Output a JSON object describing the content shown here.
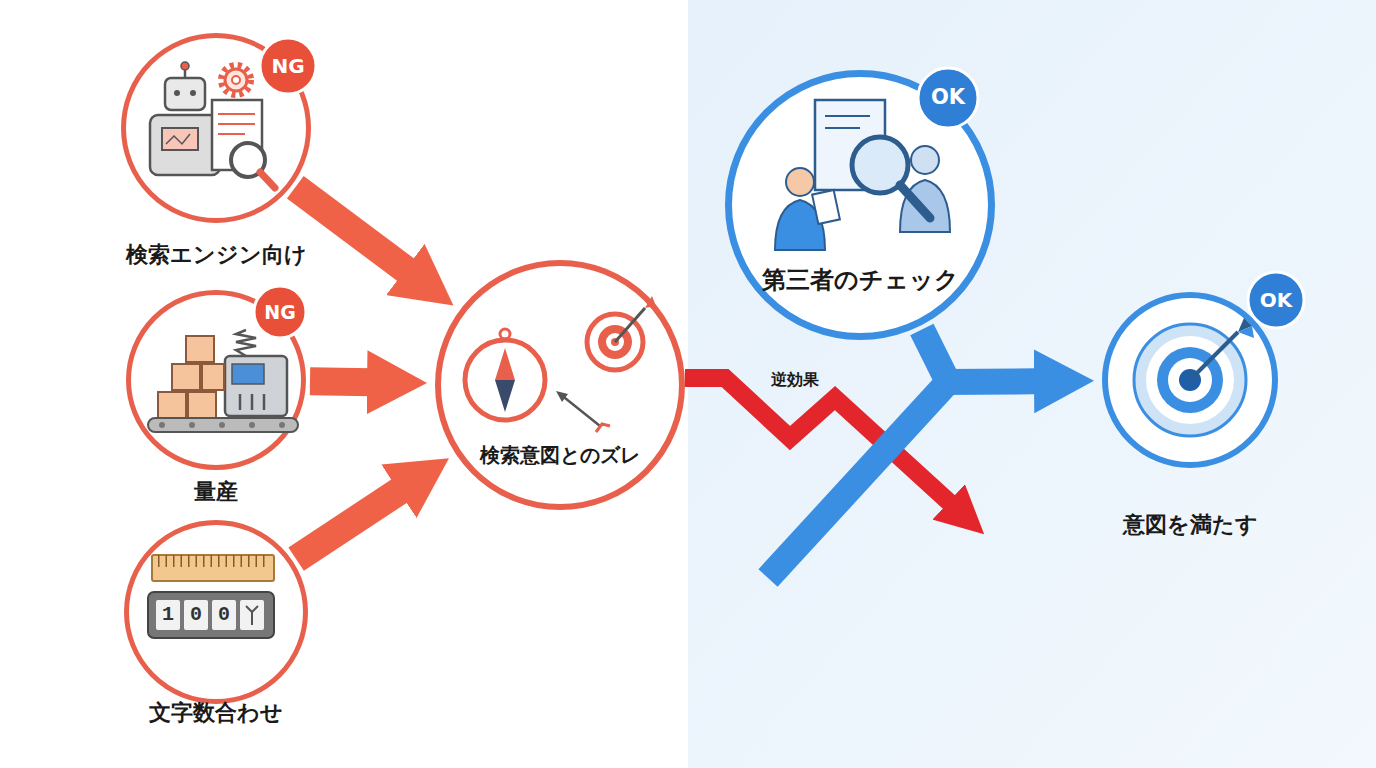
{
  "diagram": {
    "nodes": [
      {
        "text": [
          "検索エンジン向け"
        ]
      },
      {
        "text": [
          "量産"
        ]
      },
      {
        "text": [
          "文字数合わせ"
        ]
      },
      {
        "text": [
          "検索意図とのズレ"
        ]
      },
      {
        "text": [
          "第三者のチェック"
        ]
      },
      {
        "text": [
          "意図を満たす"
        ]
      }
    ],
    "edges": [
      {
        "from": 0,
        "to": 3,
        "arrow": "to"
      },
      {
        "from": 1,
        "to": 3,
        "arrow": "to"
      },
      {
        "from": 2,
        "to": 3,
        "arrow": "to"
      },
      {
        "from": 4,
        "to": 5,
        "arrow": "to"
      }
    ],
    "labels": [
      "NG",
      "NG",
      "100",
      "逆効果",
      "OK",
      "OK"
    ]
  }
}
